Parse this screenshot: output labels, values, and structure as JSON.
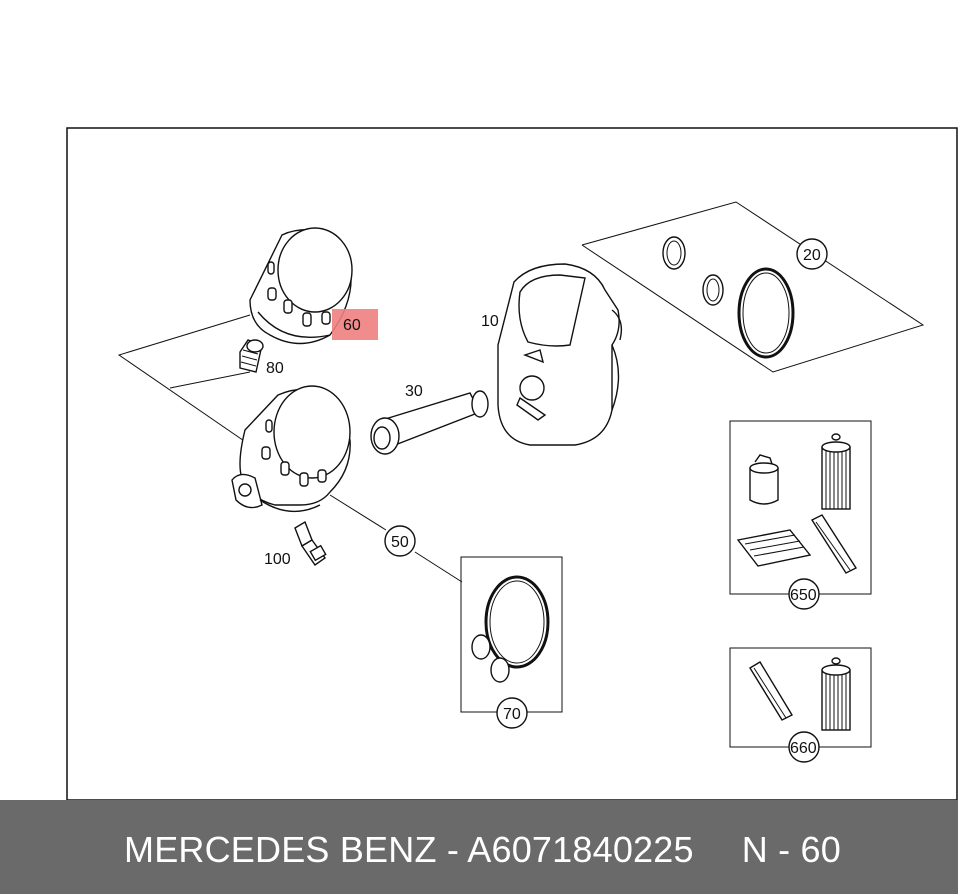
{
  "callouts": {
    "c10": "10",
    "c20": "20",
    "c30": "30",
    "c50": "50",
    "c60": "60",
    "c70": "70",
    "c80": "80",
    "c100": "100",
    "c650": "650",
    "c660": "660"
  },
  "highlight_color": "#f08080",
  "footer": {
    "brand": "MERCEDES BENZ",
    "separator": "-",
    "part_number": "A6071840225",
    "position": "N - 60"
  }
}
